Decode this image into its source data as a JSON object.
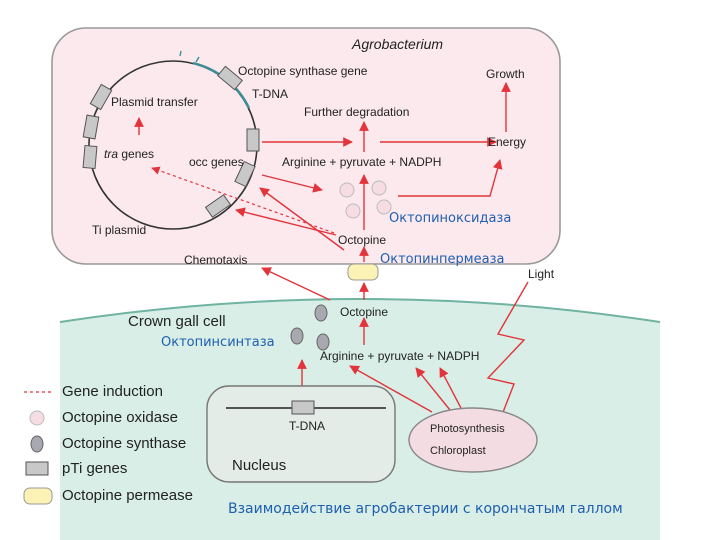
{
  "labels": {
    "agrobacterium": "Agrobacterium",
    "octopine_synthase_gene": "Octopine synthase gene",
    "t_dna_plasmid": "T-DNA",
    "plasmid_transfer": "Plasmid transfer",
    "further_degradation": "Further degradation",
    "growth": "Growth",
    "energy": "Energy",
    "tra_genes_italic": "tra",
    "tra_genes_rest": " genes",
    "occ_genes": "occ genes",
    "arg_pyr_nadph_top": "Arginine + pyruvate + NADPH",
    "ti_plasmid": "Ti plasmid",
    "octopine_in_bacterium": "Octopine",
    "oxidase_ru": "Октопиноксидаза",
    "chemotaxis": "Chemotaxis",
    "permease_ru": "Октопинпермеаза",
    "light": "Light",
    "octopine_outside": "Octopine",
    "crown_gall_cell": "Crown gall cell",
    "synthase_ru": "Октопинсинтаза",
    "arg_pyr_nadph_bottom": "Arginine + pyruvate + NADPH",
    "t_dna_nucleus": "T-DNA",
    "nucleus": "Nucleus",
    "photosynthesis": "Photosynthesis",
    "chloroplast": "Chloroplast"
  },
  "legend": {
    "gene_induction": "Gene induction",
    "octopine_oxidase": "Octopine oxidase",
    "octopine_synthase": "Octopine synthase",
    "pti_genes": "pTi genes",
    "octopine_permease": "Octopine permease"
  },
  "caption": "Взаимодействие агробактерии с корончатым галлом",
  "colors": {
    "bacterium_fill": "#fbe9ee",
    "bacterium_border": "#9a9a9a",
    "plant_cell_fill": "#cfe8df",
    "plant_cell_edge": "#6fb3a0",
    "nucleus_fill": "#e3ece6",
    "chloroplast_fill": "#f4dce3",
    "arrow": "#e2343a",
    "gene_box": "#c8c8c8",
    "permease": "#fbf3b5",
    "oxidase": "#f6dde3",
    "synthase": "#a8a8b0",
    "annotation_ru": "#1f5fb0"
  }
}
